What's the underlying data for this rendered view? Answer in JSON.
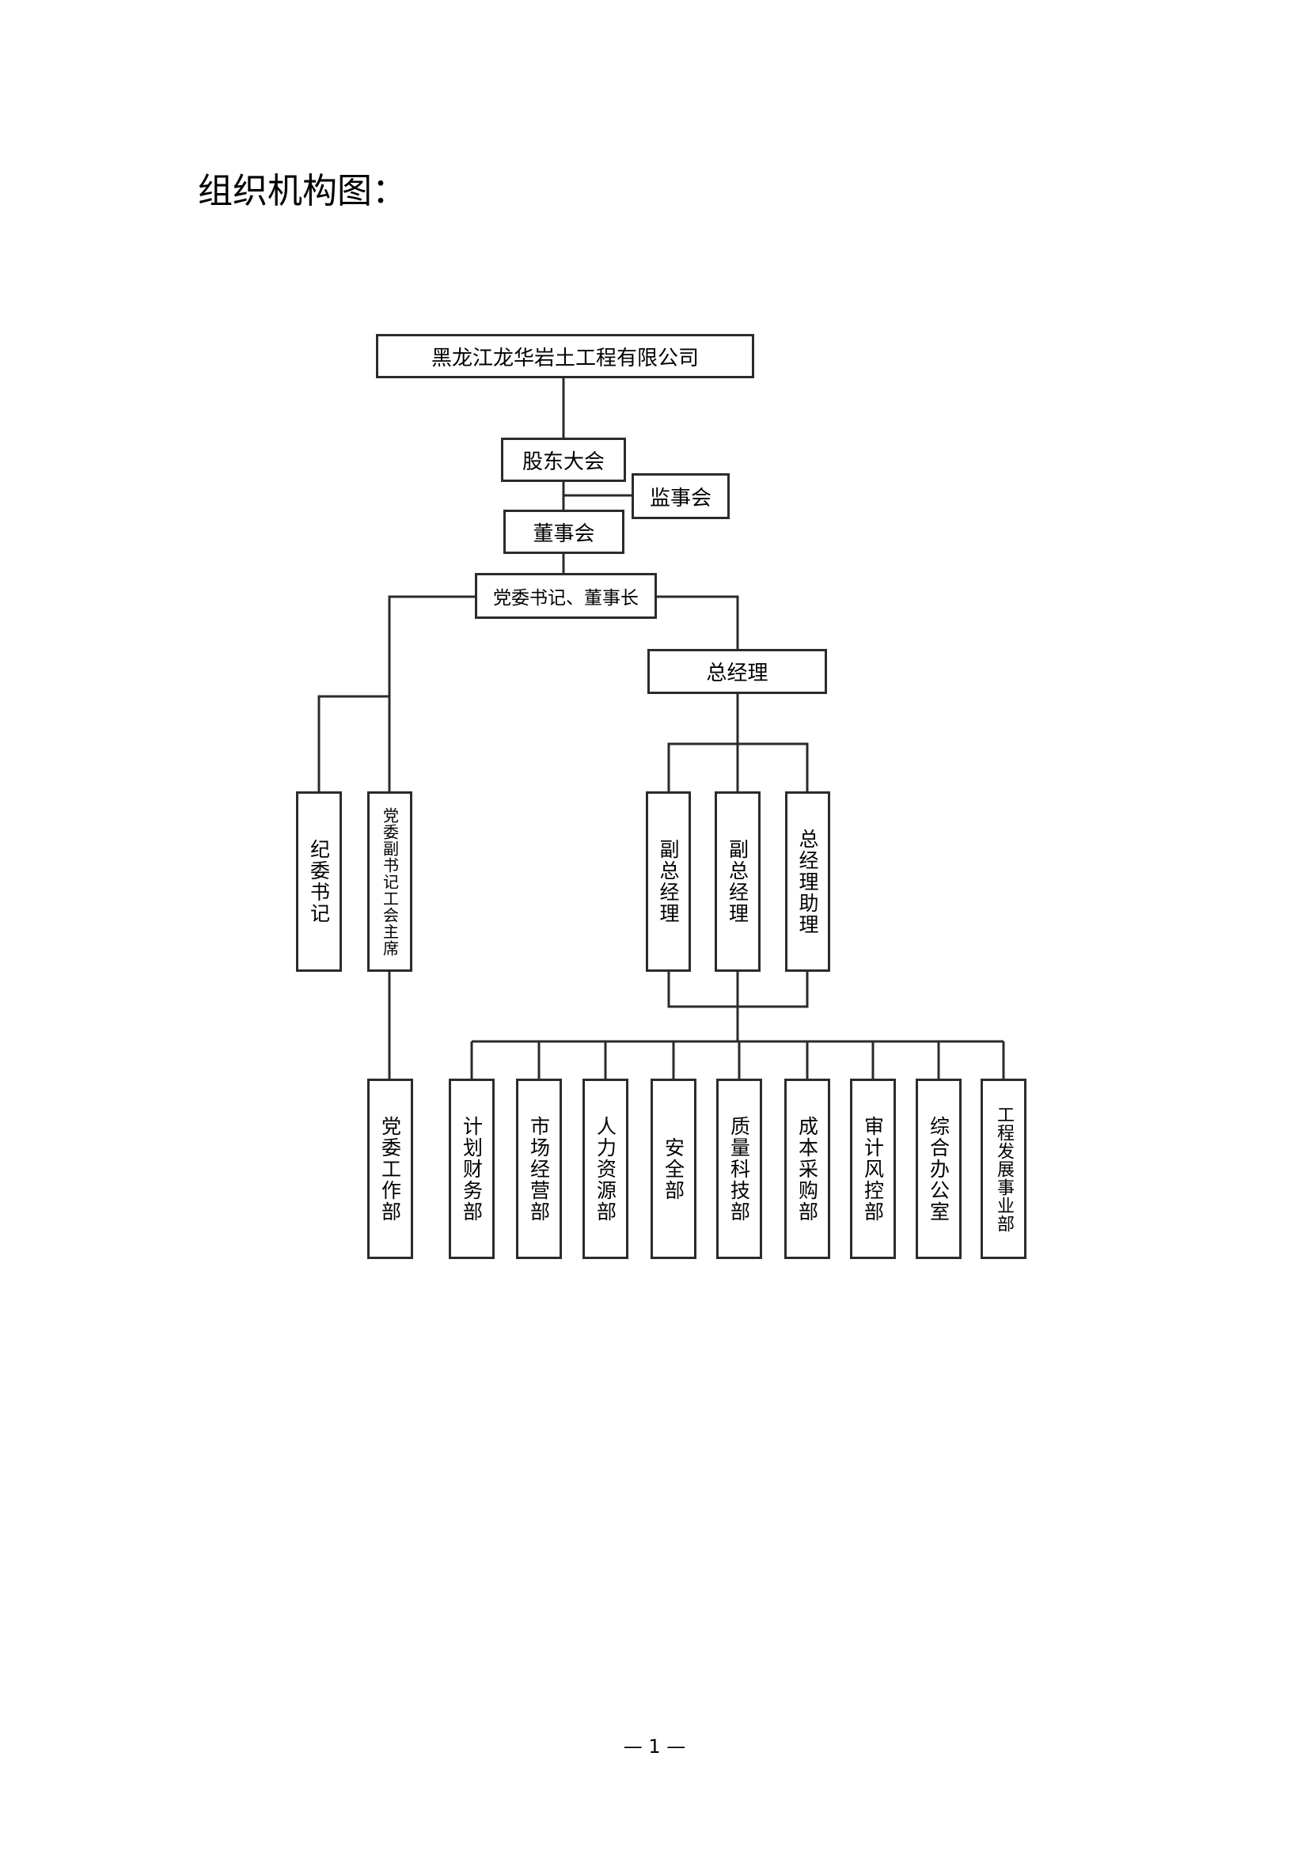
{
  "page": {
    "title": "组织机构图：",
    "page_number": "— 1 —"
  },
  "org": {
    "company": "黑龙江龙华岩土工程有限公司",
    "shareholders": "股东大会",
    "supervisors": "监事会",
    "board": "董事会",
    "secretary_chairman": "党委书记、董事长",
    "general_manager": "总经理",
    "discipline_secretary": "纪委书记",
    "deputy_secretary": "党委副书记工会主席",
    "deputy_gm_1": "副总经理",
    "deputy_gm_2": "副总经理",
    "gm_assistant": "总经理助理",
    "party_office": "党委工作部",
    "departments": [
      "计划财务部",
      "市场经营部",
      "人力资源部",
      "安全部",
      "质量科技部",
      "成本采购部",
      "审计风控部",
      "综合办公室",
      "工程发展事业部"
    ]
  }
}
